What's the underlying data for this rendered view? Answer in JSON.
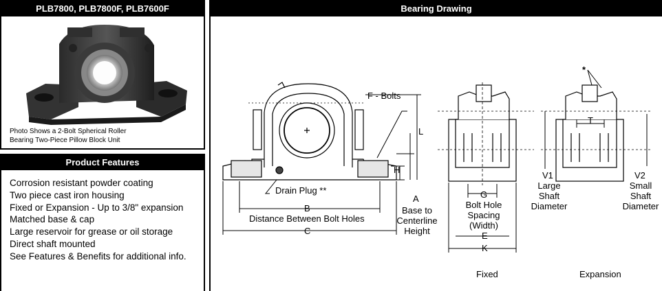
{
  "photo_panel": {
    "title": "PLB7800, PLB7800F, PLB7600F",
    "caption_line1": "Photo Shows a 2-Bolt Spherical Roller",
    "caption_line2": "Bearing Two-Piece Pillow Block Unit"
  },
  "features_panel": {
    "title": "Product Features",
    "items": [
      "Corrosion resistant powder coating",
      "Two piece cast iron housing",
      "Fixed or Expansion - Up to 3/8\" expansion",
      "Matched base & cap",
      "Large reservoir for grease or oil storage",
      "Direct shaft mounted",
      "See Features & Benefits for additional info."
    ]
  },
  "drawing_panel": {
    "title": "Bearing Drawing",
    "labels": {
      "f_bolts": "F - Bolts",
      "l": "L",
      "h": "H",
      "drain_plug": "Drain Plug **",
      "b": "B",
      "b_desc": "Distance Between Bolt Holes",
      "c": "C",
      "a": "A",
      "a_desc_1": "Base to",
      "a_desc_2": "Centerline",
      "a_desc_3": "Height",
      "g": "G",
      "g_desc_1": "Bolt Hole",
      "g_desc_2": "Spacing",
      "g_desc_3": "(Width)",
      "e": "E",
      "k": "K",
      "v1": "V1",
      "v1_desc_1": "Large",
      "v1_desc_2": "Shaft",
      "v1_desc_3": "Diameter",
      "v2": "V2",
      "v2_desc_1": "Small",
      "v2_desc_2": "Shaft",
      "v2_desc_3": "Diameter",
      "t": "T",
      "star": "*",
      "fixed": "Fixed",
      "expansion": "Expansion"
    }
  }
}
